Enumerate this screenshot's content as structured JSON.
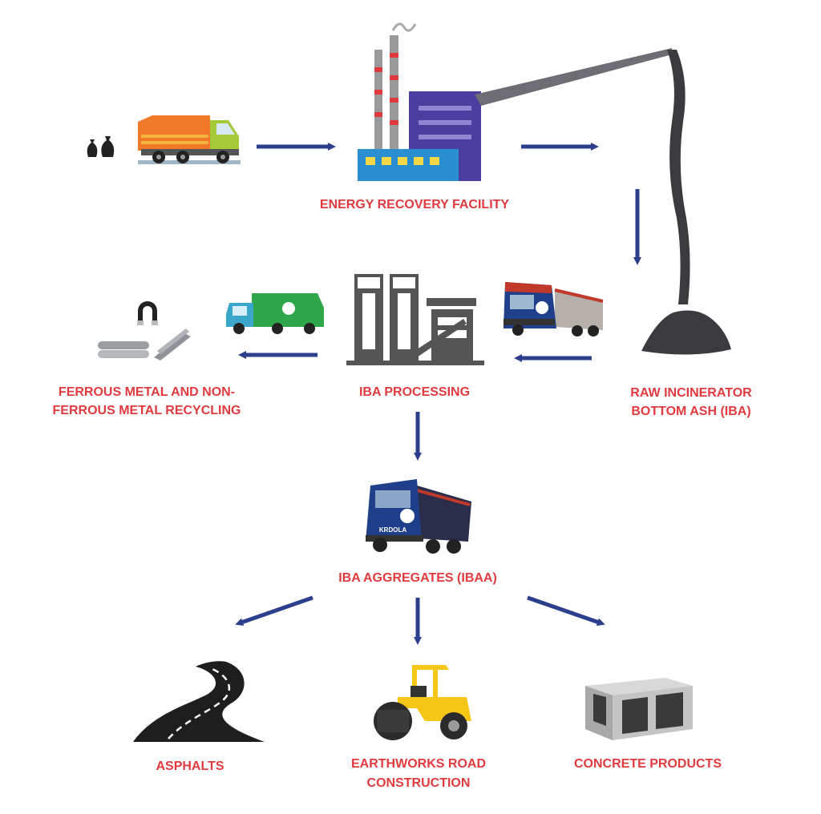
{
  "labels": {
    "energy_recovery": "ENERGY RECOVERY FACILITY",
    "ferrous_line1": "FERROUS METAL AND NON-",
    "ferrous_line2": "FERROUS METAL RECYCLING",
    "iba_processing": "IBA PROCESSING",
    "raw_iba_line1": "RAW INCINERATOR",
    "raw_iba_line2": "BOTTOM ASH (IBA)",
    "iba_aggregates": "IBA AGGREGATES (IBAA)",
    "asphalts": "ASPHALTS",
    "earthworks_line1": "EARTHWORKS ROAD",
    "earthworks_line2": "CONSTRUCTION",
    "concrete": "CONCRETE PRODUCTS"
  },
  "truck_branding": "KRDOLA",
  "colors": {
    "label_red": "#e03a3e",
    "arrow_blue": "#2b3f8c",
    "factory_purple": "#4a3fa0",
    "factory_blue": "#2a8fd0",
    "ash_gray": "#3b3b3f",
    "truck_orange": "#f07a2a",
    "truck_green": "#2ea64a",
    "roller_yellow": "#f5c518"
  },
  "icons": [
    "garbage-bag-icon",
    "garbage-truck-icon",
    "factory-icon",
    "ash-pile-icon",
    "tipper-truck-icon",
    "processing-plant-icon",
    "recycling-truck-icon",
    "magnet-icon",
    "metal-bars-icon",
    "aggregate-truck-icon",
    "road-icon",
    "road-roller-icon",
    "concrete-block-icon"
  ]
}
